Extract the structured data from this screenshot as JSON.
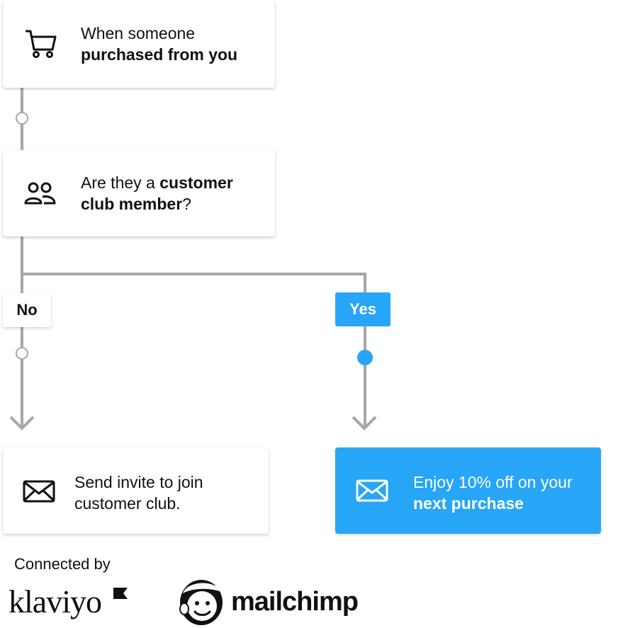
{
  "trigger": {
    "line1": "When someone",
    "line2": "purchased from you",
    "icon": "cart-icon"
  },
  "condition": {
    "prefix": "Are they a ",
    "bold1": "customer",
    "bold2": "club member",
    "suffix": "?",
    "icon": "people-icon"
  },
  "branches": {
    "no_label": "No",
    "yes_label": "Yes"
  },
  "action_no": {
    "line1": "Send invite to join",
    "line2": "customer club.",
    "icon": "envelope-icon"
  },
  "action_yes": {
    "line1": "Enjoy 10% off on your",
    "line2": "next purchase",
    "icon": "envelope-icon"
  },
  "footer": {
    "connected_by": "Connected by",
    "brand1": "klaviyo",
    "brand2": "mailchimp"
  },
  "colors": {
    "accent": "#27a5f7",
    "connector": "#a7a7a7"
  }
}
